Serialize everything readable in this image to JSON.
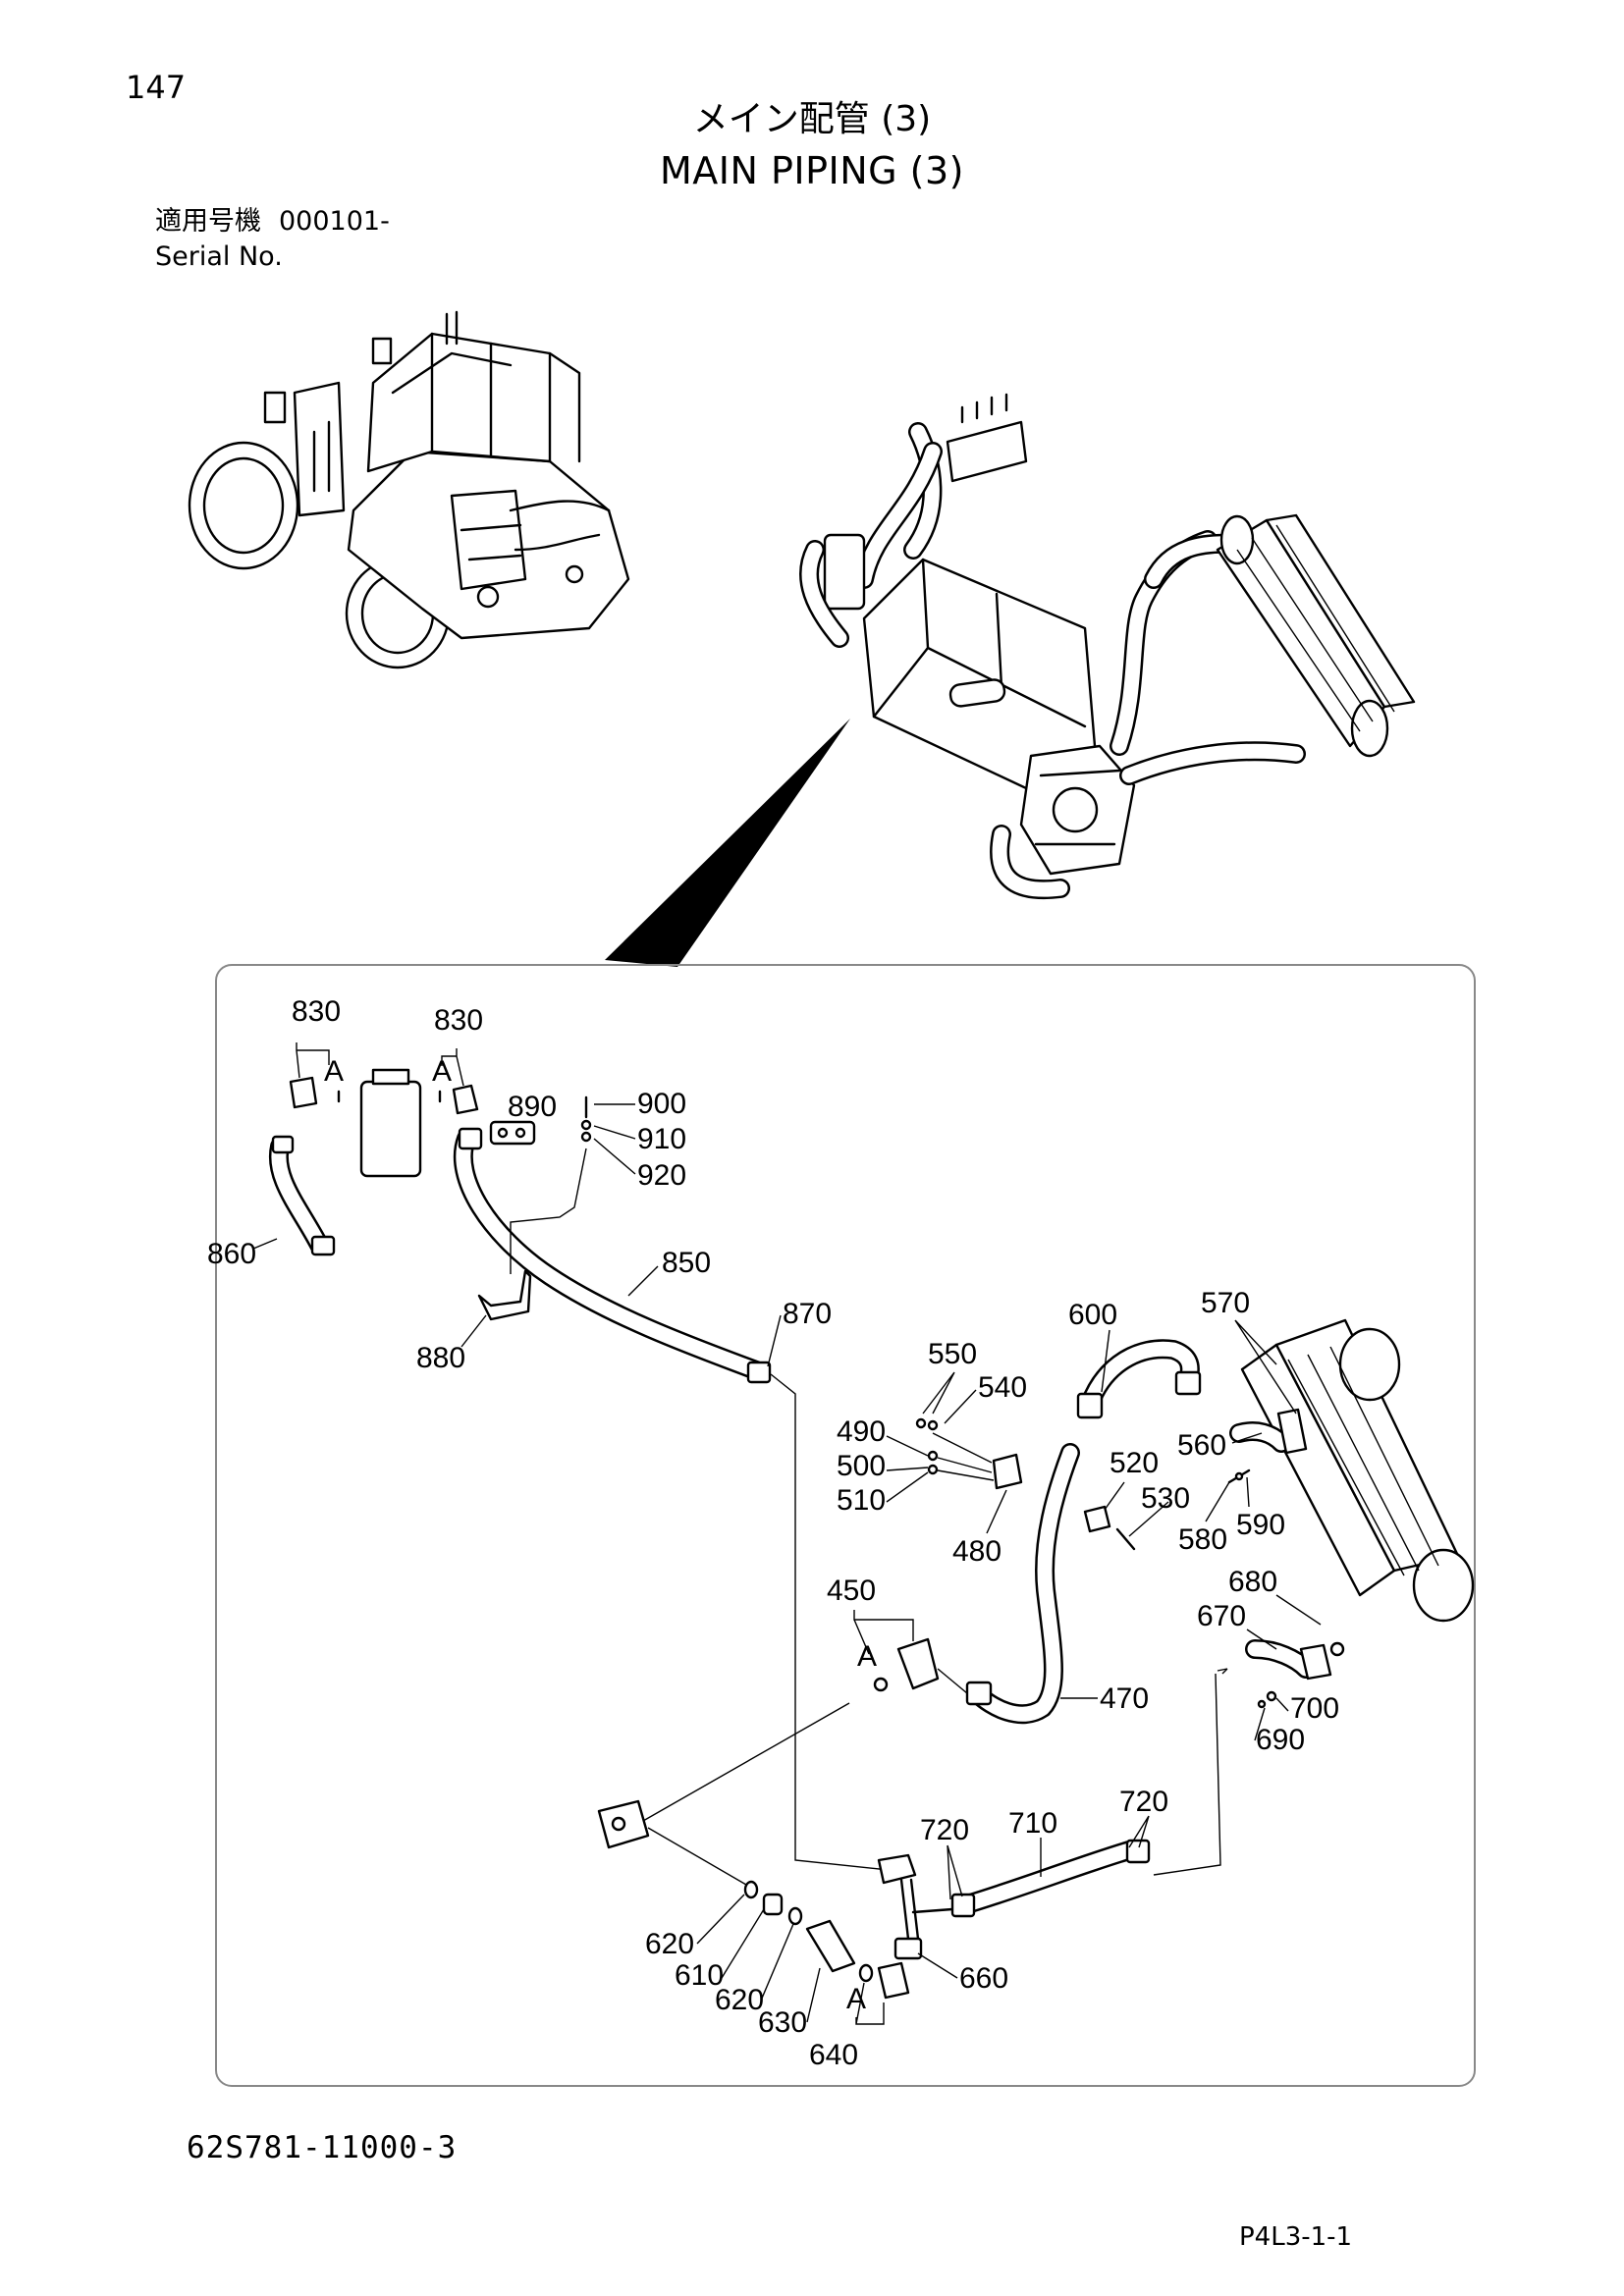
{
  "page_number": "147",
  "title_jp": "メイン配管 (3)",
  "title_en": "MAIN PIPING (3)",
  "serial": {
    "label_jp": "適用号機",
    "value": "000101-",
    "label_en": "Serial No."
  },
  "doc_number": "62S781-11000-3",
  "page_ref": "P4L3-1-1",
  "callouts": {
    "c830a": "830",
    "c830b": "830",
    "cA1": "A",
    "cA2": "A",
    "c890": "890",
    "c900": "900",
    "c910": "910",
    "c920": "920",
    "c860": "860",
    "c850": "850",
    "c870": "870",
    "c880": "880",
    "c600": "600",
    "c570": "570",
    "c550": "550",
    "c540": "540",
    "c490": "490",
    "c500": "500",
    "c510": "510",
    "c520": "520",
    "c530": "530",
    "c560": "560",
    "c580": "580",
    "c590": "590",
    "c480": "480",
    "c450": "450",
    "cA3": "A",
    "c470": "470",
    "c680": "680",
    "c670": "670",
    "c700": "700",
    "c690": "690",
    "c720a": "720",
    "c710": "710",
    "c720b": "720",
    "c620a": "620",
    "c610": "610",
    "c620b": "620",
    "c630": "630",
    "cA4": "A",
    "c640": "640",
    "c660": "660"
  }
}
